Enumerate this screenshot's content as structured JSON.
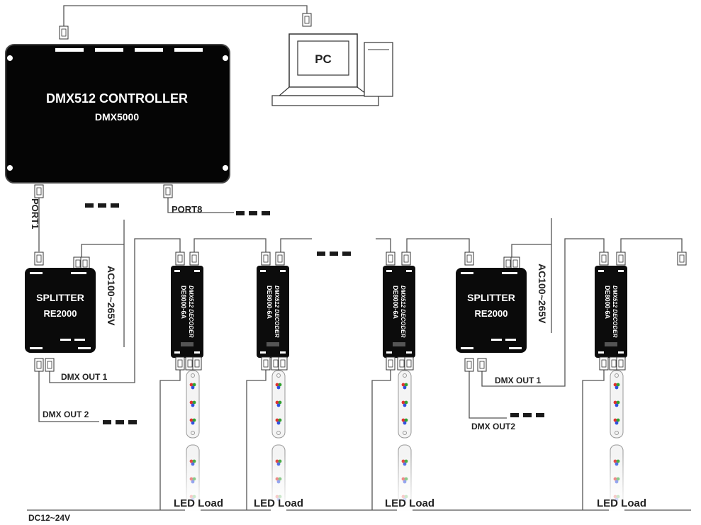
{
  "controller": {
    "title": "DMX512 CONTROLLER",
    "model": "DMX5000"
  },
  "pc": {
    "label": "PC"
  },
  "ports": {
    "first": "PORT1",
    "last": "PORT8"
  },
  "splitter": {
    "name": "SPLITTER",
    "model": "RE2000",
    "power": "AC100~265V"
  },
  "decoder": {
    "name": "DMX512 DECODER",
    "model": "DE8000-6A"
  },
  "outputs": {
    "out1": "DMX OUT 1",
    "out2": "DMX OUT 2",
    "out2_alt": "DMX OUT2"
  },
  "led": {
    "label": "LED Load"
  },
  "power": {
    "dc": "DC12~24V"
  }
}
